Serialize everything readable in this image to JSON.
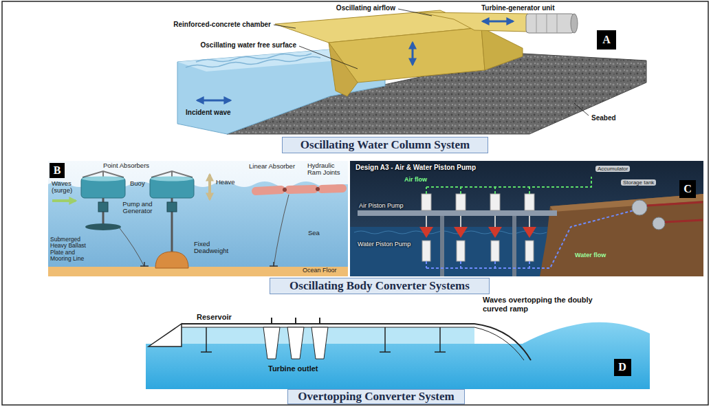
{
  "diagram": {
    "nodes": [
      {
        "text": [
          "A"
        ]
      },
      {
        "text": [
          "Oscillating Water Column System"
        ]
      },
      {
        "text": [
          "B"
        ]
      },
      {
        "text": [
          "C"
        ]
      },
      {
        "text": [
          "Oscillating Body Converter Systems"
        ]
      },
      {
        "text": [
          "D"
        ]
      },
      {
        "text": [
          "Overtopping Converter System"
        ]
      }
    ],
    "labels": [
      "Oscillating airflow",
      "Turbine-generator unit",
      "Reinforced-concrete chamber",
      "Oscillating water free surface",
      "Incident wave",
      "Seabed",
      "Point Absorbers",
      "Linear Absorber",
      "Hydraulic Ram Joints",
      "Waves (surge)",
      "Buoy",
      "Heave",
      "Pump and Generator",
      "Submerged Heavy Ballast Plate and Mooring Line",
      "Fixed Deadweight",
      "Sea",
      "Ocean Floor",
      "Design A3 - Air & Water Piston Pump",
      "Air flow",
      "Accumulator",
      "Storage tank",
      "Air Piston Pump",
      "Water Piston Pump",
      "Water flow",
      "Reservoir",
      "Turbine outlet",
      "Waves overtopping the doubly curved ramp"
    ]
  }
}
